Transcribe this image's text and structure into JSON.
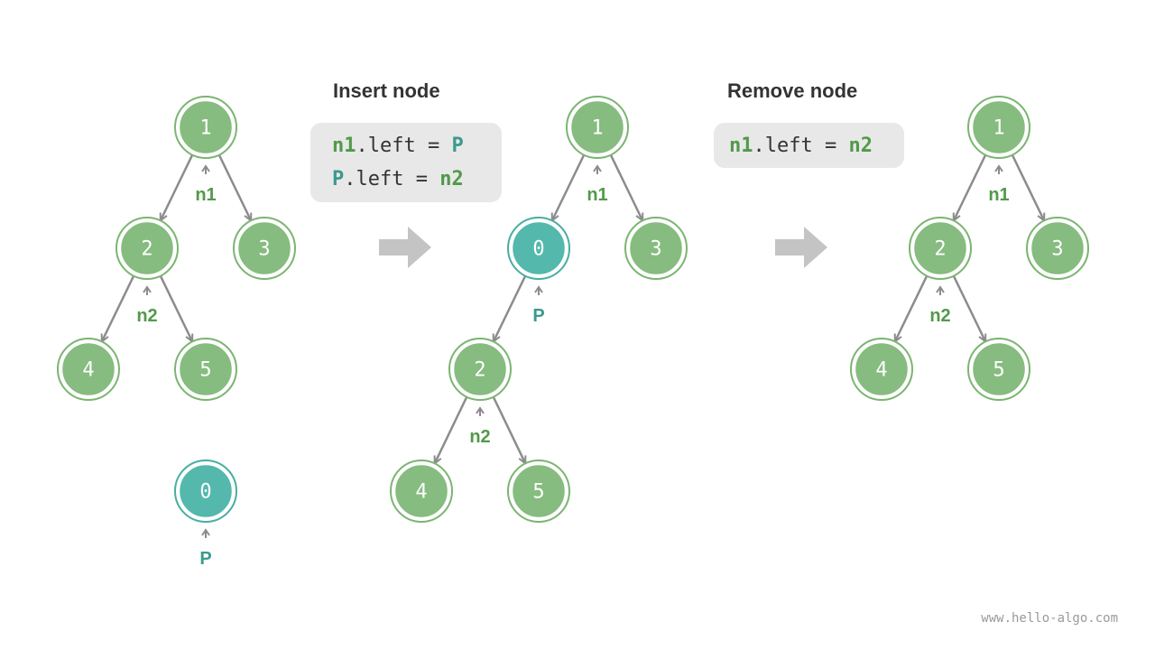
{
  "colors": {
    "node_green": "#86bc7f",
    "node_green_stroke": "#7bb571",
    "node_teal": "#54b8ad",
    "node_teal_stroke": "#49ada2",
    "label_green": "#519a49",
    "label_teal": "#3a9a8d",
    "edge": "#8c8c8c",
    "code_box": "#e8e8e8",
    "big_arrow": "#c4c4c4"
  },
  "panels": [
    {
      "id": "initial",
      "nodes": [
        {
          "id": "a1",
          "label": "1",
          "kind": "green"
        },
        {
          "id": "a2",
          "label": "2",
          "kind": "green"
        },
        {
          "id": "a3",
          "label": "3",
          "kind": "green"
        },
        {
          "id": "a4",
          "label": "4",
          "kind": "green"
        },
        {
          "id": "a5",
          "label": "5",
          "kind": "green"
        },
        {
          "id": "a0",
          "label": "0",
          "kind": "teal"
        }
      ],
      "edges": [
        [
          "a1",
          "a2"
        ],
        [
          "a1",
          "a3"
        ],
        [
          "a2",
          "a4"
        ],
        [
          "a2",
          "a5"
        ]
      ],
      "pointers": [
        {
          "node": "a1",
          "label": "n1",
          "kind": "green"
        },
        {
          "node": "a2",
          "label": "n2",
          "kind": "green"
        },
        {
          "node": "a0",
          "label": "P",
          "kind": "teal"
        }
      ]
    },
    {
      "id": "inserted",
      "nodes": [
        {
          "id": "b1",
          "label": "1",
          "kind": "green"
        },
        {
          "id": "b0",
          "label": "0",
          "kind": "teal"
        },
        {
          "id": "b3",
          "label": "3",
          "kind": "green"
        },
        {
          "id": "b2",
          "label": "2",
          "kind": "green"
        },
        {
          "id": "b4",
          "label": "4",
          "kind": "green"
        },
        {
          "id": "b5",
          "label": "5",
          "kind": "green"
        }
      ],
      "edges": [
        [
          "b1",
          "b0"
        ],
        [
          "b1",
          "b3"
        ],
        [
          "b0",
          "b2"
        ],
        [
          "b2",
          "b4"
        ],
        [
          "b2",
          "b5"
        ]
      ],
      "pointers": [
        {
          "node": "b1",
          "label": "n1",
          "kind": "green"
        },
        {
          "node": "b0",
          "label": "P",
          "kind": "teal"
        },
        {
          "node": "b2",
          "label": "n2",
          "kind": "green"
        }
      ]
    },
    {
      "id": "removed",
      "nodes": [
        {
          "id": "c1",
          "label": "1",
          "kind": "green"
        },
        {
          "id": "c2",
          "label": "2",
          "kind": "green"
        },
        {
          "id": "c3",
          "label": "3",
          "kind": "green"
        },
        {
          "id": "c4",
          "label": "4",
          "kind": "green"
        },
        {
          "id": "c5",
          "label": "5",
          "kind": "green"
        }
      ],
      "edges": [
        [
          "c1",
          "c2"
        ],
        [
          "c1",
          "c3"
        ],
        [
          "c2",
          "c4"
        ],
        [
          "c2",
          "c5"
        ]
      ],
      "pointers": [
        {
          "node": "c1",
          "label": "n1",
          "kind": "green"
        },
        {
          "node": "c2",
          "label": "n2",
          "kind": "green"
        }
      ]
    }
  ],
  "steps": {
    "insert": {
      "title": "Insert node",
      "code": [
        [
          {
            "t": "n1",
            "s": "green"
          },
          {
            "t": ".left = ",
            "s": "plain"
          },
          {
            "t": "P",
            "s": "teal"
          }
        ],
        [
          {
            "t": "P",
            "s": "teal"
          },
          {
            "t": ".left = ",
            "s": "plain"
          },
          {
            "t": "n2",
            "s": "green"
          }
        ]
      ]
    },
    "remove": {
      "title": "Remove node",
      "code": [
        [
          {
            "t": "n1",
            "s": "green"
          },
          {
            "t": ".left = ",
            "s": "plain"
          },
          {
            "t": "n2",
            "s": "green"
          }
        ]
      ]
    }
  },
  "watermark": "www.hello-algo.com"
}
